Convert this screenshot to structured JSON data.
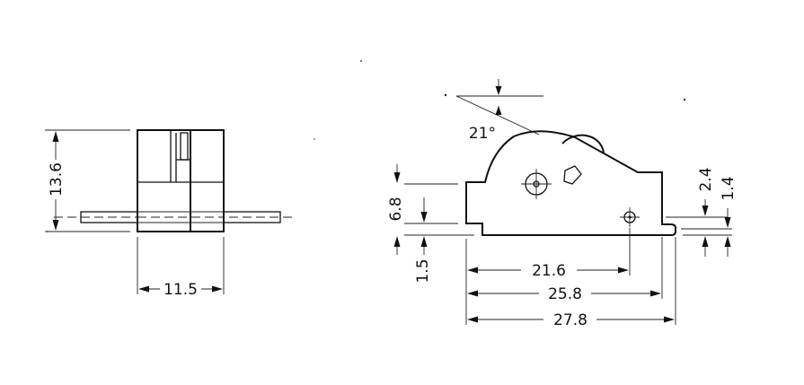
{
  "front_view": {
    "height_dim": "13.6",
    "width_dim": "11.5"
  },
  "side_view": {
    "angle_dim": "21°",
    "overall_height_dim": "6.8",
    "base_offset_dim": "1.5",
    "hole_spacing_dim": "21.6",
    "mid_length_dim": "25.8",
    "overall_length_dim": "27.8",
    "right_upper_dim": "2.4",
    "right_lower_dim": "1.4"
  }
}
